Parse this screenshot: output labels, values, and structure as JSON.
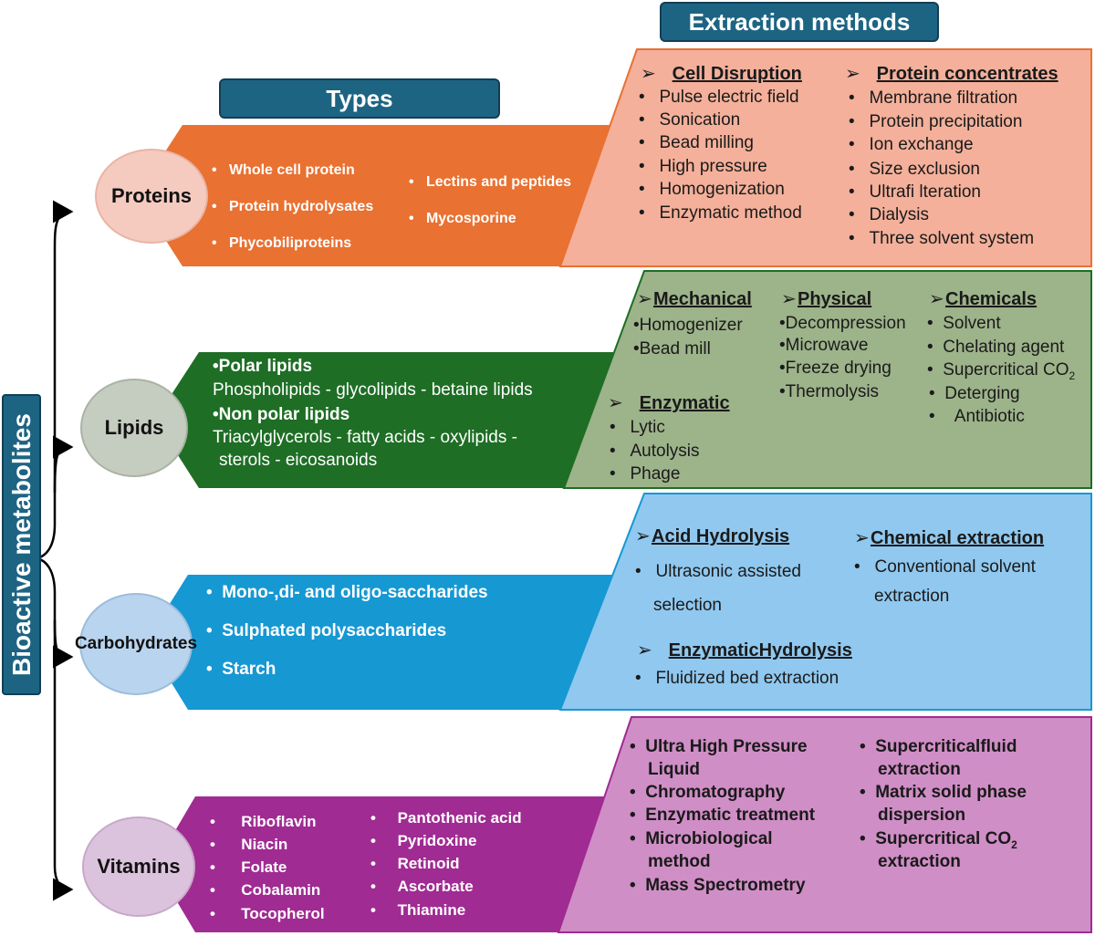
{
  "side_label": "Bioactive  metabolites",
  "types_header": "Types",
  "extraction_header": "Extraction methods",
  "colors": {
    "proteins_dark": "#e97132",
    "proteins_light": "#f4b09a",
    "lipids_dark": "#1e6e25",
    "lipids_light": "#9db38a",
    "carbs_dark": "#1698d3",
    "carbs_light": "#90c8ef",
    "vitamins_dark": "#a02b93",
    "vitamins_light": "#d08ec6",
    "header": "#1d6483"
  },
  "proteins": {
    "name": "Proteins",
    "types_col1": [
      "Whole cell protein",
      "Protein hydrolysates",
      "Phycobiliproteins"
    ],
    "types_col2": [
      "Lectins and peptides",
      "Mycosporine"
    ],
    "method1_title": "Cell Disruption",
    "method1_items": [
      "Pulse electric field",
      "Sonication",
      "Bead milling",
      "High pressure",
      "Homogenization",
      "Enzymatic method"
    ],
    "method2_title": "Protein concentrates",
    "method2_items": [
      "Membrane filtration",
      "Protein precipitation",
      "Ion exchange",
      "Size exclusion",
      "Ultrafi lteration",
      "Dialysis",
      "Three solvent system"
    ]
  },
  "lipids": {
    "name": "Lipids",
    "polar_title": "•Polar lipids",
    "polar_items": "Phospholipids -  glycolipids - betaine lipids",
    "nonpolar_title": "•Non polar lipids",
    "nonpolar_line1": "Triacylglycerols - fatty acids -  oxylipids -",
    "nonpolar_line2": "sterols -  eicosanoids",
    "mechanical_title": "Mechanical",
    "mechanical_items": [
      "Homogenizer",
      "Bead mill"
    ],
    "physical_title": "Physical",
    "physical_items": [
      "•Decompression",
      "•Microwave",
      "•Freeze drying",
      "•Thermolysis"
    ],
    "chemicals_title": "Chemicals",
    "chemicals_items": [
      "Solvent",
      "Chelating agent",
      "Supercritical CO",
      "Deterging",
      "Antibiotic"
    ],
    "chemicals_subscript": "2",
    "enzymatic_title": "Enzymatic",
    "enzymatic_items": [
      "Lytic",
      "Autolysis",
      "Phage"
    ]
  },
  "carbohydrates": {
    "name": "Carbohydrates",
    "types": [
      "Mono-,di- and oligo-saccharides",
      "Sulphated polysaccharides",
      "Starch"
    ],
    "acid_title": "Acid Hydrolysis",
    "acid_line1": "Ultrasonic assisted",
    "acid_line2": "selection",
    "chemical_title": "Chemical  extraction",
    "chemical_line1": "Conventional solvent",
    "chemical_line2": "extraction",
    "enzymatic_title": "EnzymaticHydrolysis",
    "enzymatic_item": "Fluidized bed extraction"
  },
  "vitamins": {
    "name": "Vitamins",
    "types_col1": [
      "Riboflavin",
      "Niacin",
      "Folate",
      "Cobalamin",
      "Tocopherol"
    ],
    "types_col2": [
      "Pantothenic  acid",
      "Pyridoxine",
      "Retinoid",
      "Ascorbate",
      "Thiamine"
    ],
    "methods_col1": [
      "Ultra High Pressure",
      "Liquid",
      "Chromatography",
      "Enzymatic treatment",
      "Microbiological",
      "method",
      "Mass Spectrometry"
    ],
    "methods_col2": [
      "Supercriticalfluid",
      "extraction",
      "Matrix solid phase",
      "dispersion",
      "Supercritical CO",
      "extraction"
    ],
    "methods_subscript": "2"
  }
}
